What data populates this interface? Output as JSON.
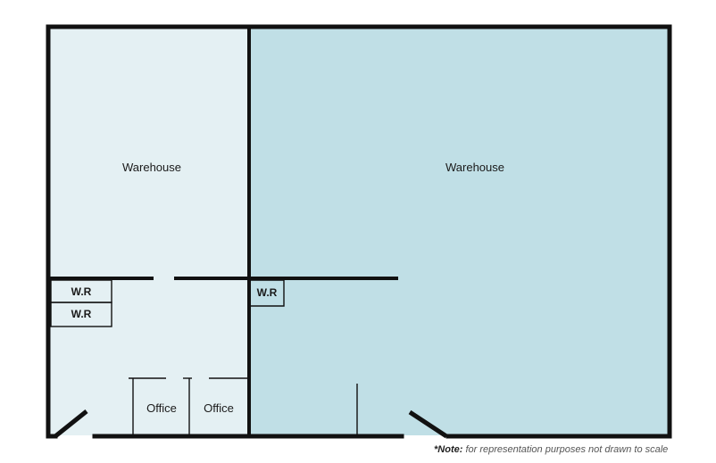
{
  "colors": {
    "left_fill": "#e4f0f3",
    "right_fill": "#c0dfe6",
    "wall": "#111111"
  },
  "rooms": {
    "warehouse_left": "Warehouse",
    "warehouse_right": "Warehouse",
    "wr_1": "W.R",
    "wr_2": "W.R",
    "wr_3": "W.R",
    "office_1": "Office",
    "office_2": "Office"
  },
  "note": {
    "prefix": "*Note:",
    "text": " for representation purposes not drawn to scale"
  }
}
